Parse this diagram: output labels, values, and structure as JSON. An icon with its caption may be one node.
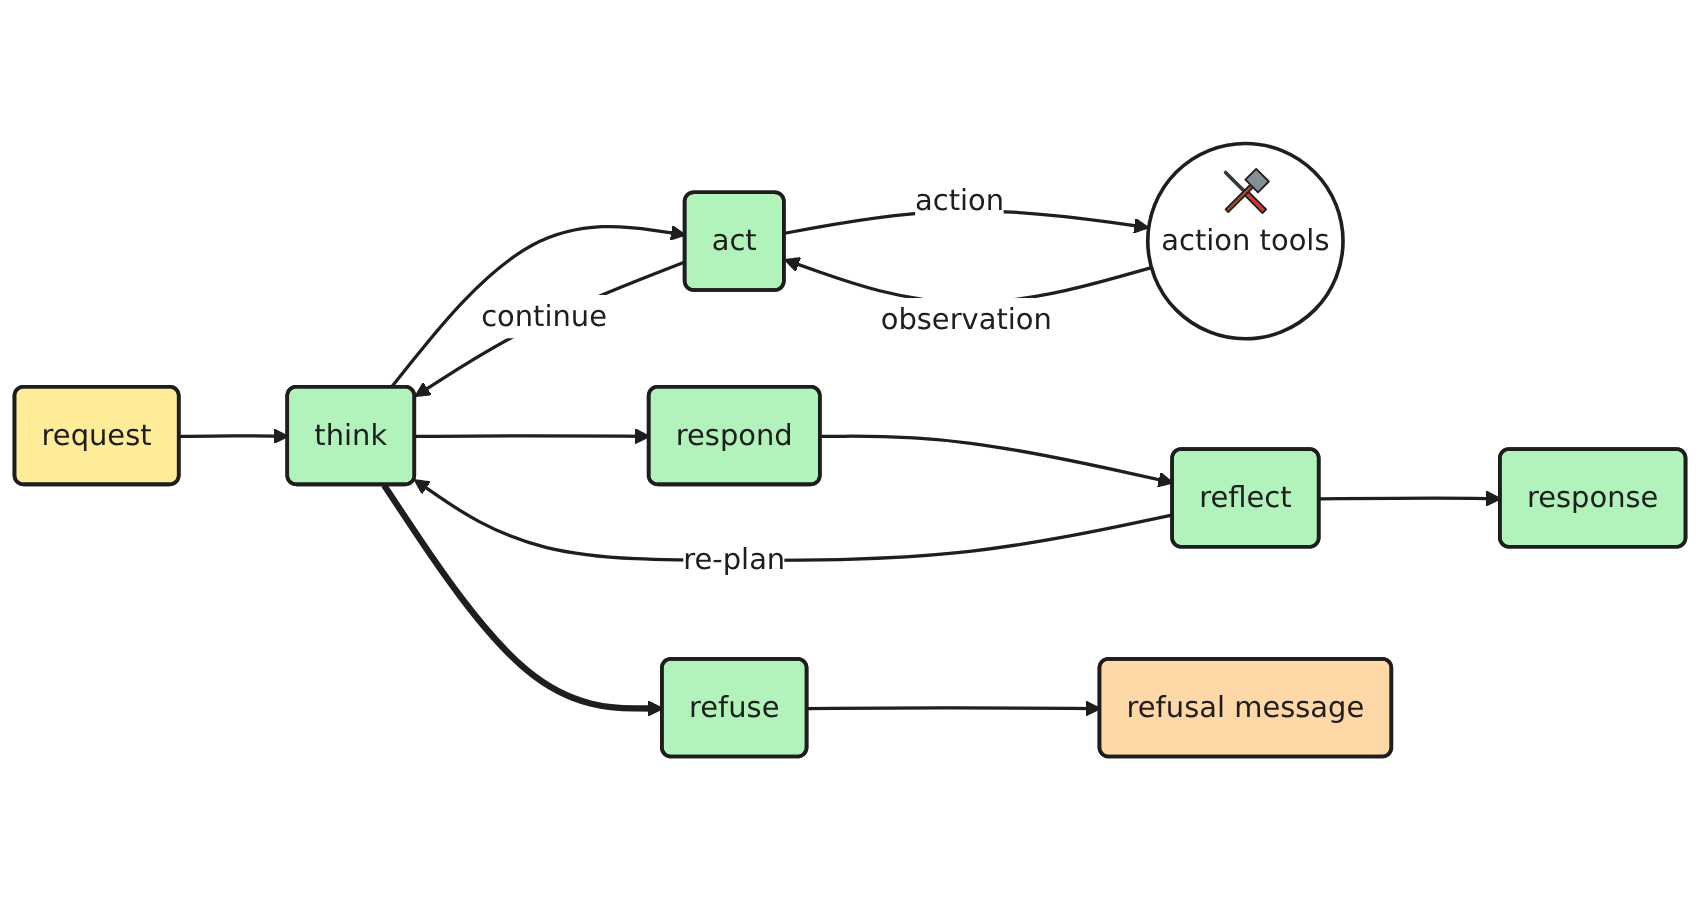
{
  "diagram": {
    "nodes": [
      {
        "text": [
          "request"
        ]
      },
      {
        "text": [
          "think"
        ]
      },
      {
        "text": [
          "act"
        ]
      },
      {
        "text": [
          "action tools"
        ]
      },
      {
        "text": [
          "respond"
        ]
      },
      {
        "text": [
          "reflect"
        ]
      },
      {
        "text": [
          "response"
        ]
      },
      {
        "text": [
          "refuse"
        ]
      },
      {
        "text": [
          "refusal message"
        ]
      }
    ],
    "edges": [
      {
        "from": 0,
        "to": 1,
        "arrow": "to"
      },
      {
        "from": 1,
        "to": 2,
        "arrow": "to"
      },
      {
        "from": 2,
        "to": 3,
        "arrow": "to",
        "label": "action"
      },
      {
        "from": 3,
        "to": 2,
        "arrow": "to",
        "label": "observation"
      },
      {
        "from": 2,
        "to": 1,
        "arrow": "to",
        "label": "continue"
      },
      {
        "from": 1,
        "to": 4,
        "arrow": "to"
      },
      {
        "from": 1,
        "to": 7,
        "arrow": "to",
        "style": "thick"
      },
      {
        "from": 4,
        "to": 5,
        "arrow": "to"
      },
      {
        "from": 5,
        "to": 6,
        "arrow": "to"
      },
      {
        "from": 5,
        "to": 1,
        "arrow": "to",
        "label": "re-plan"
      },
      {
        "from": 7,
        "to": 8,
        "arrow": "to"
      }
    ]
  }
}
